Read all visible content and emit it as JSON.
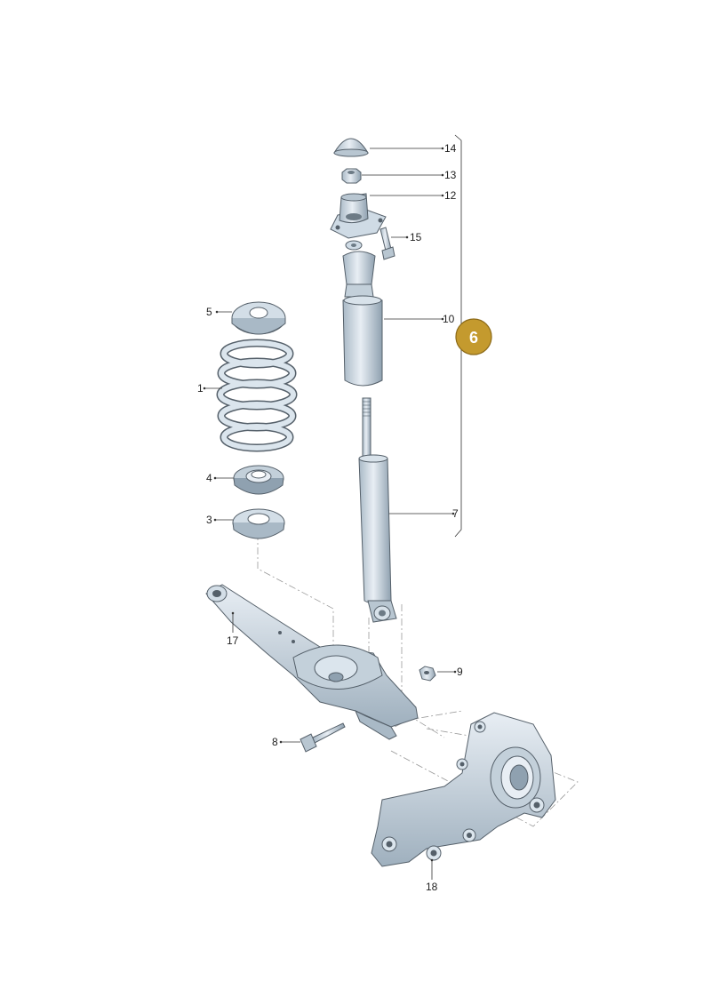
{
  "callouts": {
    "c14": "14",
    "c13": "13",
    "c12": "12",
    "c15": "15",
    "c10": "10",
    "c7": "7",
    "c5": "5",
    "c1": "1",
    "c4": "4",
    "c3": "3",
    "c17": "17",
    "c9": "9",
    "c8": "8",
    "c18": "18"
  },
  "badge": {
    "label": "6",
    "color": "#c49a2e"
  },
  "colors": {
    "part_fill": "#dde6ee",
    "part_shade": "#a9b9c6",
    "outline": "#55606a"
  }
}
